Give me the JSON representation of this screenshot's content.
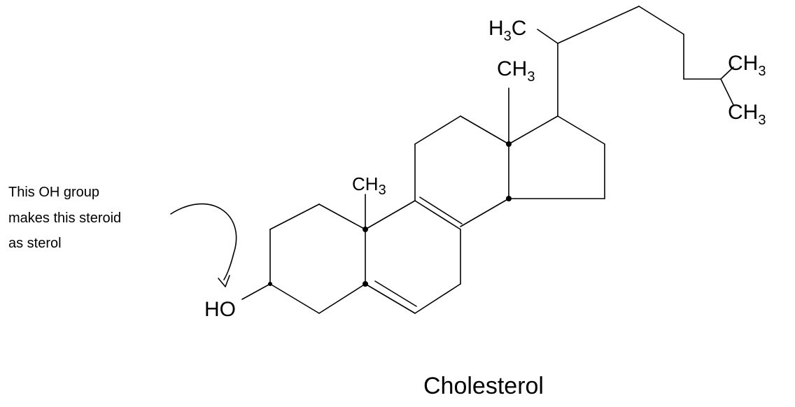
{
  "title": "Cholesterol",
  "annotation": {
    "lines": [
      "This OH group",
      "makes this steroid",
      "as sterol"
    ]
  },
  "labels": {
    "hydroxyl": "HO",
    "methyl_c19": {
      "main": "CH",
      "sub": "3"
    },
    "methyl_c18": {
      "main": "CH",
      "sub": "3"
    },
    "methyl_c21": {
      "pre": "H",
      "sub": "3",
      "post": "C"
    },
    "methyl_c26": {
      "main": "CH",
      "sub": "3"
    },
    "methyl_c27": {
      "main": "CH",
      "sub": "3"
    }
  },
  "colors": {
    "ink": "#000000",
    "background": "#ffffff"
  }
}
